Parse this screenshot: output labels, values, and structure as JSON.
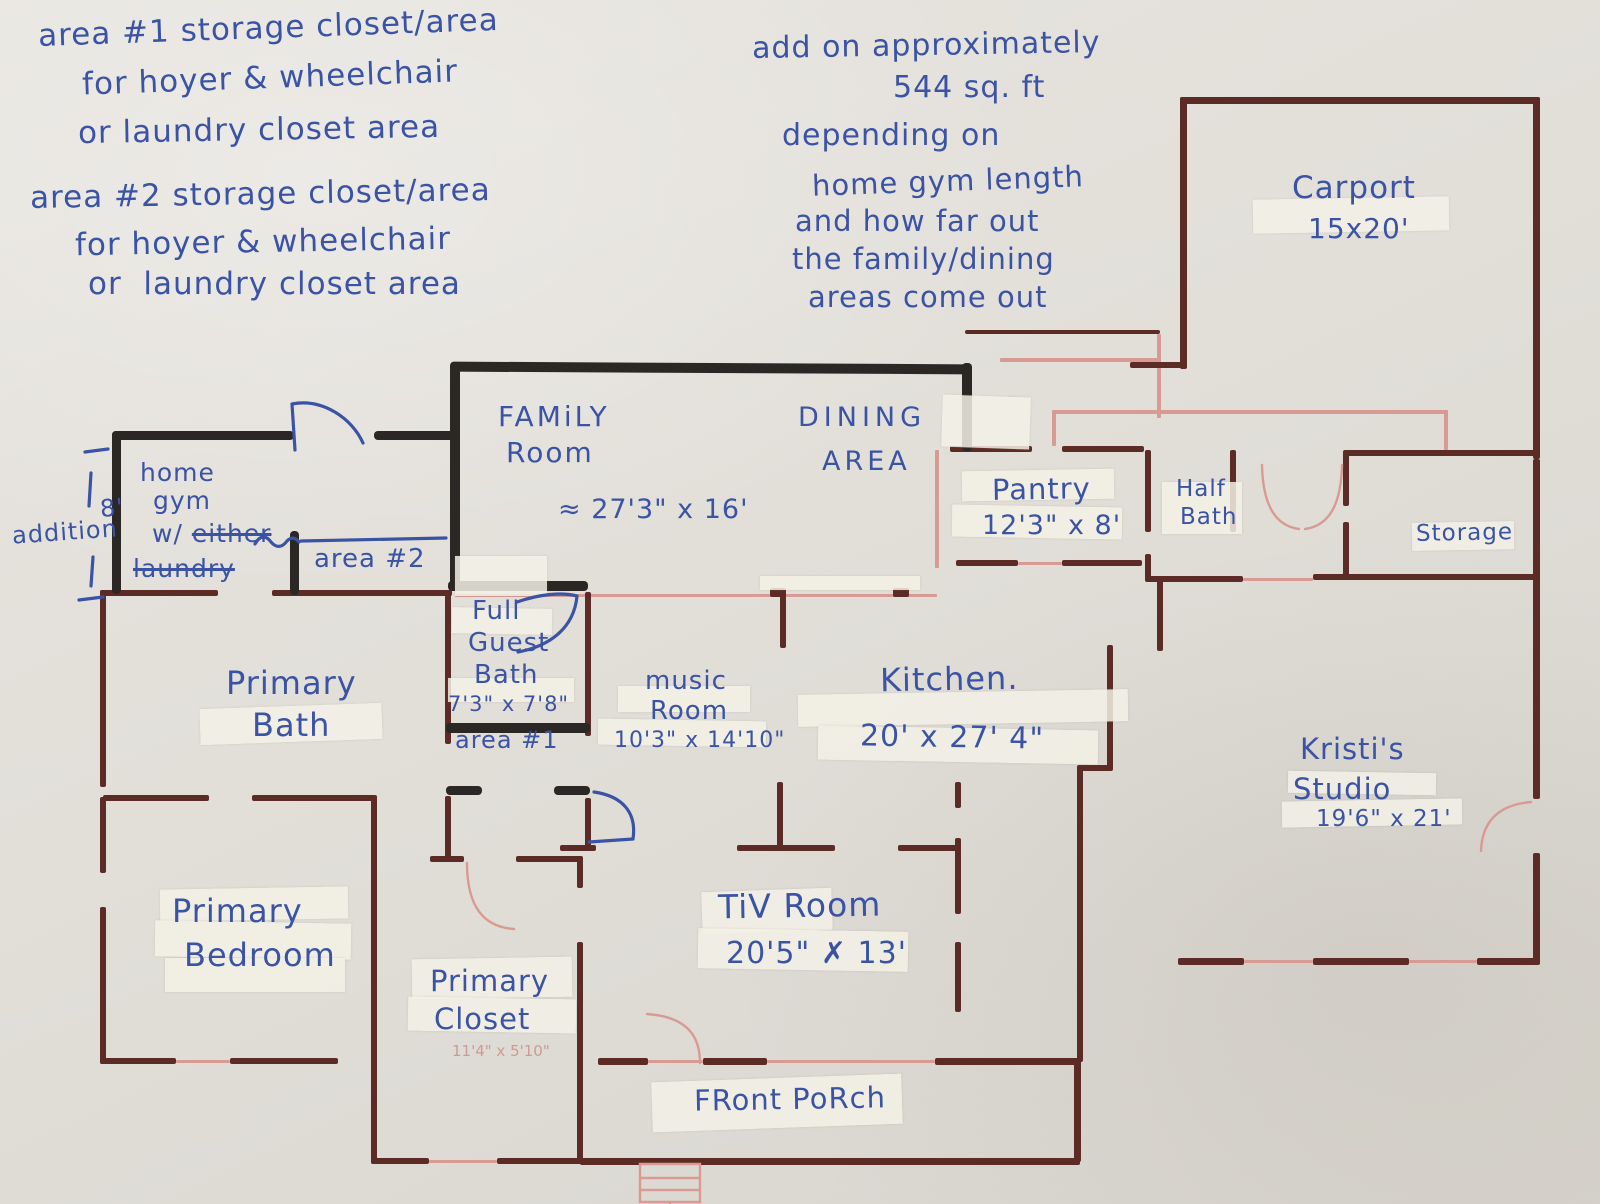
{
  "document": {
    "kind": "hand-drawn floor plan photo"
  },
  "colors": {
    "ink_blue": "#3a53a4",
    "marker_black": "#2b2724",
    "wall_maroon": "#5d2b26",
    "plan_pink": "#d79b94",
    "paper": "#e2dfd9",
    "tape_white": "#f3f1e6"
  },
  "notes": {
    "area1": [
      "area #1 storage closet/area",
      "for hoyer & wheelchair",
      "or laundry closet area"
    ],
    "area2": [
      "area #2 storage closet/area",
      "for hoyer & wheelchair",
      "or  laundry closet area"
    ],
    "addon": [
      "add on approximately",
      "544 sq. ft",
      "depending on",
      "home gym length",
      "and how far out",
      "the family/dining",
      "areas come out"
    ],
    "addition": {
      "line1": "8'",
      "line2": "addition"
    }
  },
  "rooms": {
    "carport": {
      "name": "Carport",
      "dims": "15x20'"
    },
    "family_room": {
      "line1": "FAMiLY",
      "line2": "Room"
    },
    "dining_area": {
      "line1": "DINING",
      "line2": "AREA"
    },
    "family_dining_dims": "≈ 27'3\" x 16'",
    "home_gym": {
      "line1": "home",
      "line2": "gym",
      "prefix": "w/",
      "struck1": "either",
      "struck2": "laundry"
    },
    "area2_label": "area #2",
    "area1_label": "area #1",
    "pantry": {
      "name": "Pantry",
      "dims": "12'3\" x 8'"
    },
    "half_bath": {
      "line1": "Half",
      "line2": "Bath"
    },
    "storage": {
      "name": "Storage"
    },
    "guest_bath": {
      "line1": "Full",
      "line2": "Guest",
      "line3": "Bath",
      "dims": "7'3\" x 7'8\""
    },
    "music_room": {
      "line1": "music",
      "line2": "Room",
      "dims": "10'3\" x 14'10\""
    },
    "kitchen": {
      "name": "Kitchen.",
      "dims": "20' x 27' 4\""
    },
    "primary_bath": {
      "line1": "Primary",
      "line2": "Bath"
    },
    "kristis_studio": {
      "line1": "Kristi's",
      "line2": "Studio",
      "dims": "19'6\" x 21'"
    },
    "primary_bedroom": {
      "line1": "Primary",
      "line2": "Bedroom"
    },
    "primary_closet": {
      "line1": "Primary",
      "line2": "Closet",
      "dims_faint": "11'4\" x 5'10\""
    },
    "tv_room": {
      "name": "TiV Room",
      "dims": "20'5\" ✗ 13'"
    },
    "front_porch": {
      "name": "FRont PoRch"
    }
  }
}
